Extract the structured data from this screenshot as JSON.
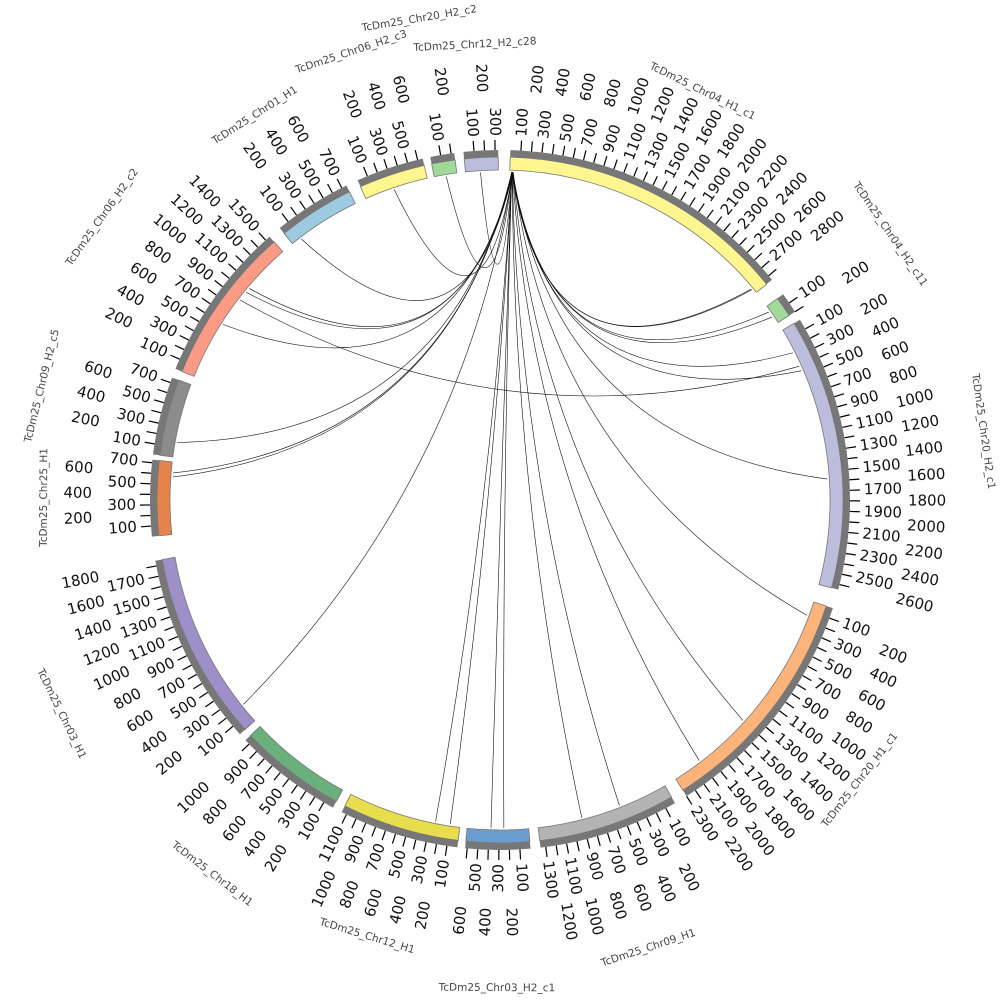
{
  "diagram": {
    "type": "circos",
    "tick_interval": 100,
    "segments": [
      {
        "name": "TcDm25_Chr04_H1_c1",
        "length": 2850,
        "color": "#fff68f"
      },
      {
        "name": "TcDm25_Chr04_H2_c11",
        "length": 200,
        "color": "#a1d99b"
      },
      {
        "name": "TcDm25_Chr20_H2_c1",
        "length": 2650,
        "color": "#bcbddc"
      },
      {
        "name": "TcDm25_Chr20_H1_c1",
        "length": 2300,
        "color": "#fdb47a"
      },
      {
        "name": "TcDm25_Chr09_H1",
        "length": 1350,
        "color": "#b3b3b3"
      },
      {
        "name": "TcDm25_Chr03_H2_c1",
        "length": 620,
        "color": "#6b9ecf"
      },
      {
        "name": "TcDm25_Chr12_H1",
        "length": 1150,
        "color": "#e8dd4c"
      },
      {
        "name": "TcDm25_Chr18_H1",
        "length": 1050,
        "color": "#69b07d"
      },
      {
        "name": "TcDm25_Chr03_H1",
        "length": 1850,
        "color": "#9d8fc7"
      },
      {
        "name": "TcDm25_Chr25_H1",
        "length": 730,
        "color": "#e6834b"
      },
      {
        "name": "TcDm25_Chr09_H2_c5",
        "length": 750,
        "color": "#8c8c8c"
      },
      {
        "name": "TcDm25_Chr06_H2_c2",
        "length": 1550,
        "color": "#fb9a85"
      },
      {
        "name": "TcDm25_Chr01_H1",
        "length": 750,
        "color": "#9ecae1"
      },
      {
        "name": "TcDm25_Chr06_H2_c3",
        "length": 650,
        "color": "#fff68f"
      },
      {
        "name": "TcDm25_Chr20_H2_c2",
        "length": 230,
        "color": "#a1d99b"
      },
      {
        "name": "TcDm25_Chr12_H2_c28",
        "length": 330,
        "color": "#bcbddc"
      }
    ],
    "links": [
      [
        [
          0,
          20
        ],
        [
          0,
          2790
        ]
      ],
      [
        [
          0,
          25
        ],
        [
          0,
          2800
        ]
      ],
      [
        [
          0,
          30
        ],
        [
          1,
          60
        ]
      ],
      [
        [
          0,
          30
        ],
        [
          1,
          120
        ]
      ],
      [
        [
          0,
          20
        ],
        [
          2,
          250
        ]
      ],
      [
        [
          0,
          25
        ],
        [
          2,
          450
        ]
      ],
      [
        [
          0,
          30
        ],
        [
          2,
          1580
        ]
      ],
      [
        [
          0,
          35
        ],
        [
          3,
          150
        ]
      ],
      [
        [
          0,
          35
        ],
        [
          3,
          1400
        ]
      ],
      [
        [
          0,
          30
        ],
        [
          3,
          2000
        ]
      ],
      [
        [
          0,
          25
        ],
        [
          4,
          500
        ]
      ],
      [
        [
          0,
          25
        ],
        [
          4,
          900
        ]
      ],
      [
        [
          0,
          20
        ],
        [
          5,
          380
        ]
      ],
      [
        [
          0,
          20
        ],
        [
          5,
          250
        ]
      ],
      [
        [
          0,
          25
        ],
        [
          6,
          100
        ]
      ],
      [
        [
          0,
          25
        ],
        [
          6,
          250
        ]
      ],
      [
        [
          0,
          30
        ],
        [
          8,
          200
        ]
      ],
      [
        [
          0,
          20
        ],
        [
          9,
          620
        ]
      ],
      [
        [
          0,
          20
        ],
        [
          9,
          580
        ]
      ],
      [
        [
          0,
          25
        ],
        [
          10,
          150
        ]
      ],
      [
        [
          0,
          30
        ],
        [
          11,
          600
        ]
      ],
      [
        [
          0,
          30
        ],
        [
          11,
          1000
        ]
      ],
      [
        [
          0,
          35
        ],
        [
          11,
          1050
        ]
      ],
      [
        [
          0,
          30
        ],
        [
          12,
          100
        ]
      ],
      [
        [
          0,
          30
        ],
        [
          13,
          300
        ]
      ],
      [
        [
          0,
          25
        ],
        [
          14,
          120
        ]
      ],
      [
        [
          0,
          25
        ],
        [
          15,
          150
        ]
      ],
      [
        [
          11,
          900
        ],
        [
          2,
          400
        ]
      ]
    ]
  }
}
